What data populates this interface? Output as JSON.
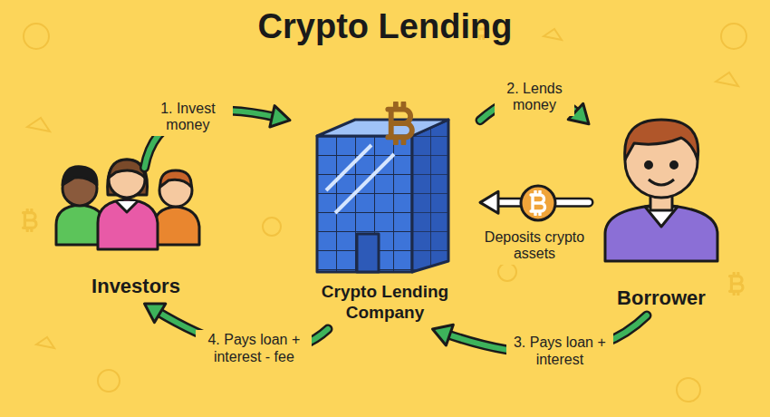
{
  "diagram": {
    "title": "Crypto Lending",
    "nodes": [
      {
        "text": [
          "Investors"
        ]
      },
      {
        "text": [
          "Crypto Lending Company"
        ]
      },
      {
        "text": [
          "Borrower"
        ]
      }
    ],
    "edges": [
      {
        "from": 0,
        "to": 1,
        "label": "1. Invest money",
        "arrow": "to"
      },
      {
        "from": 1,
        "to": 2,
        "label": "2. Lends money",
        "arrow": "to"
      },
      {
        "from": 2,
        "to": 1,
        "label": "Deposits crypto assets",
        "arrow": "to"
      },
      {
        "from": 2,
        "to": 1,
        "label": "3. Pays loan + interest",
        "arrow": "to"
      },
      {
        "from": 1,
        "to": 0,
        "label": "4. Pays loan + interest - fee",
        "arrow": "to"
      }
    ]
  }
}
